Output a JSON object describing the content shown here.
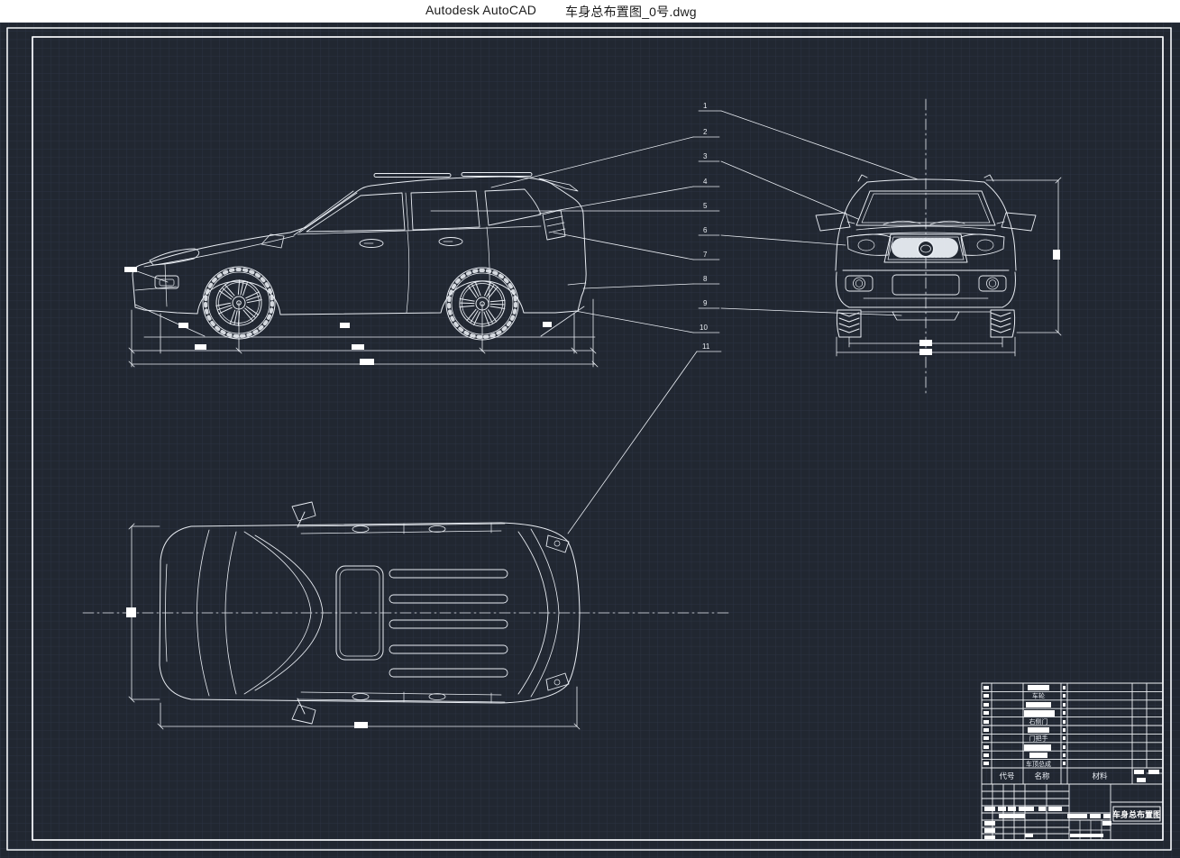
{
  "window": {
    "app_title": "Autodesk AutoCAD",
    "doc_title": "车身总布置图_0号.dwg"
  },
  "colors": {
    "titlebar_bg": "#ffffff",
    "titlebar_text": "#1b1b1b",
    "canvas_bg": "#212731",
    "grid_line": "#2c3342",
    "drawing_line": "#e9edf3",
    "block_fill": "#ffffff"
  },
  "callouts": [
    "1",
    "2",
    "3",
    "4",
    "5",
    "6",
    "7",
    "8",
    "9",
    "10",
    "11"
  ],
  "title_block": {
    "headers": {
      "code": "代号",
      "name": "名称",
      "material": "材料"
    },
    "parts": [
      {
        "name": "车轮"
      },
      {
        "name": "右侧门"
      },
      {
        "name": "门把手"
      },
      {
        "name": "车顶总成"
      }
    ],
    "drawing_title": "车身总布置图"
  }
}
